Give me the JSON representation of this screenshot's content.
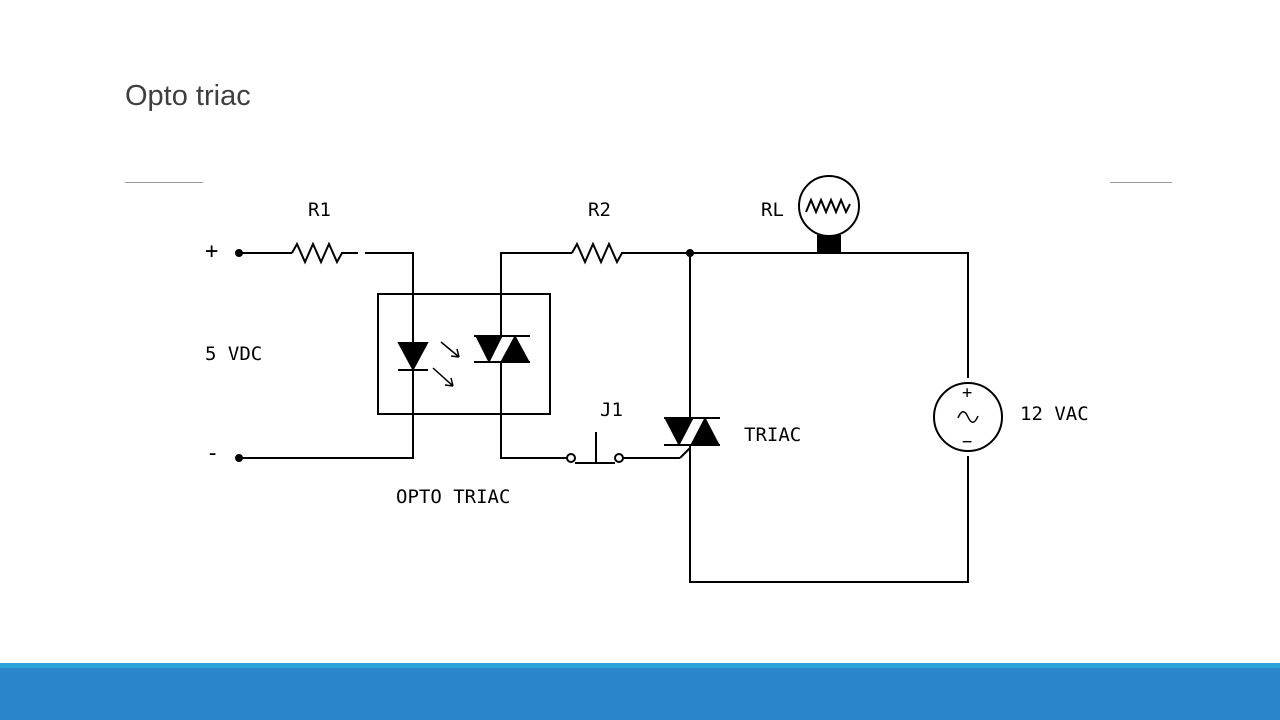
{
  "slide": {
    "title": "Opto triac"
  },
  "schematic": {
    "labels": {
      "r1": "R1",
      "r2": "R2",
      "rl": "RL",
      "plus": "+",
      "minus": "-",
      "source_dc": "5 VDC",
      "j1": "J1",
      "triac": "TRIAC",
      "opto_triac": "OPTO TRIAC",
      "source_ac": "12 VAC",
      "ac_plus": "+",
      "ac_minus": "−",
      "ac_symbol": "~"
    }
  },
  "colors": {
    "footer_bar": "#2a86c8",
    "footer_stripe": "#29a3d8",
    "title_text": "#3f3f3f"
  }
}
